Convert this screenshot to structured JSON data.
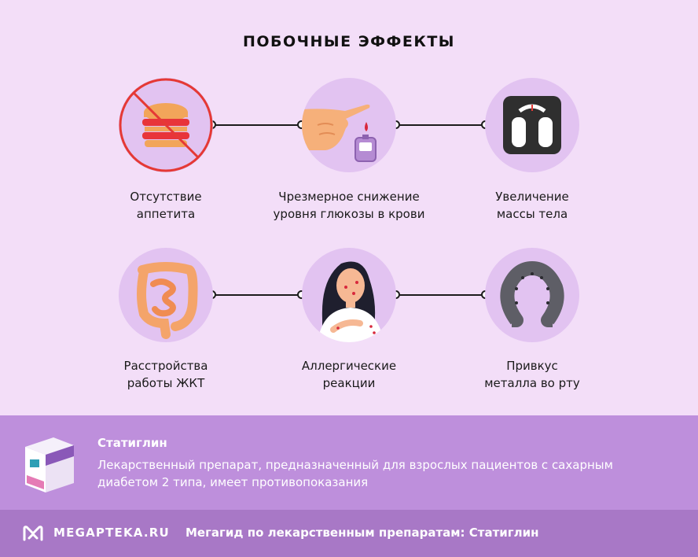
{
  "title": "ПОБОЧНЫЕ ЭФФЕКТЫ",
  "effects": [
    {
      "line1": "Отсутствие",
      "line2": "аппетита",
      "icon": "no-appetite-burger-icon"
    },
    {
      "line1": "Чрезмерное снижение",
      "line2": "уровня глюкозы в крови",
      "icon": "glucose-meter-icon"
    },
    {
      "line1": "Увеличение",
      "line2": "массы тела",
      "icon": "bathroom-scale-icon"
    },
    {
      "line1": "Расстройства",
      "line2": "работы ЖКТ",
      "icon": "intestine-icon"
    },
    {
      "line1": "Аллергические",
      "line2": "реакции",
      "icon": "allergy-woman-icon"
    },
    {
      "line1": "Привкус",
      "line2": "металла во рту",
      "icon": "horseshoe-metal-icon"
    }
  ],
  "product": {
    "name": "Статиглин",
    "desc_line1": "Лекарственный препарат, предназначенный для взрослых пациентов с сахарным",
    "desc_line2": "диабетом 2 типа, имеет противопоказания",
    "pack_icon": "medicine-box-icon"
  },
  "footer": {
    "logo": "MEGAPTEKA.RU",
    "logo_icon": "megapteka-logo-icon",
    "text": "Мегагид по лекарственным препаратам: Статиглин"
  },
  "colors": {
    "background": "#f3def8",
    "circle": "#e2c3f1",
    "product_band": "#be8fdc",
    "footer_band": "#a878c6",
    "prohibition_red": "#e53935"
  }
}
